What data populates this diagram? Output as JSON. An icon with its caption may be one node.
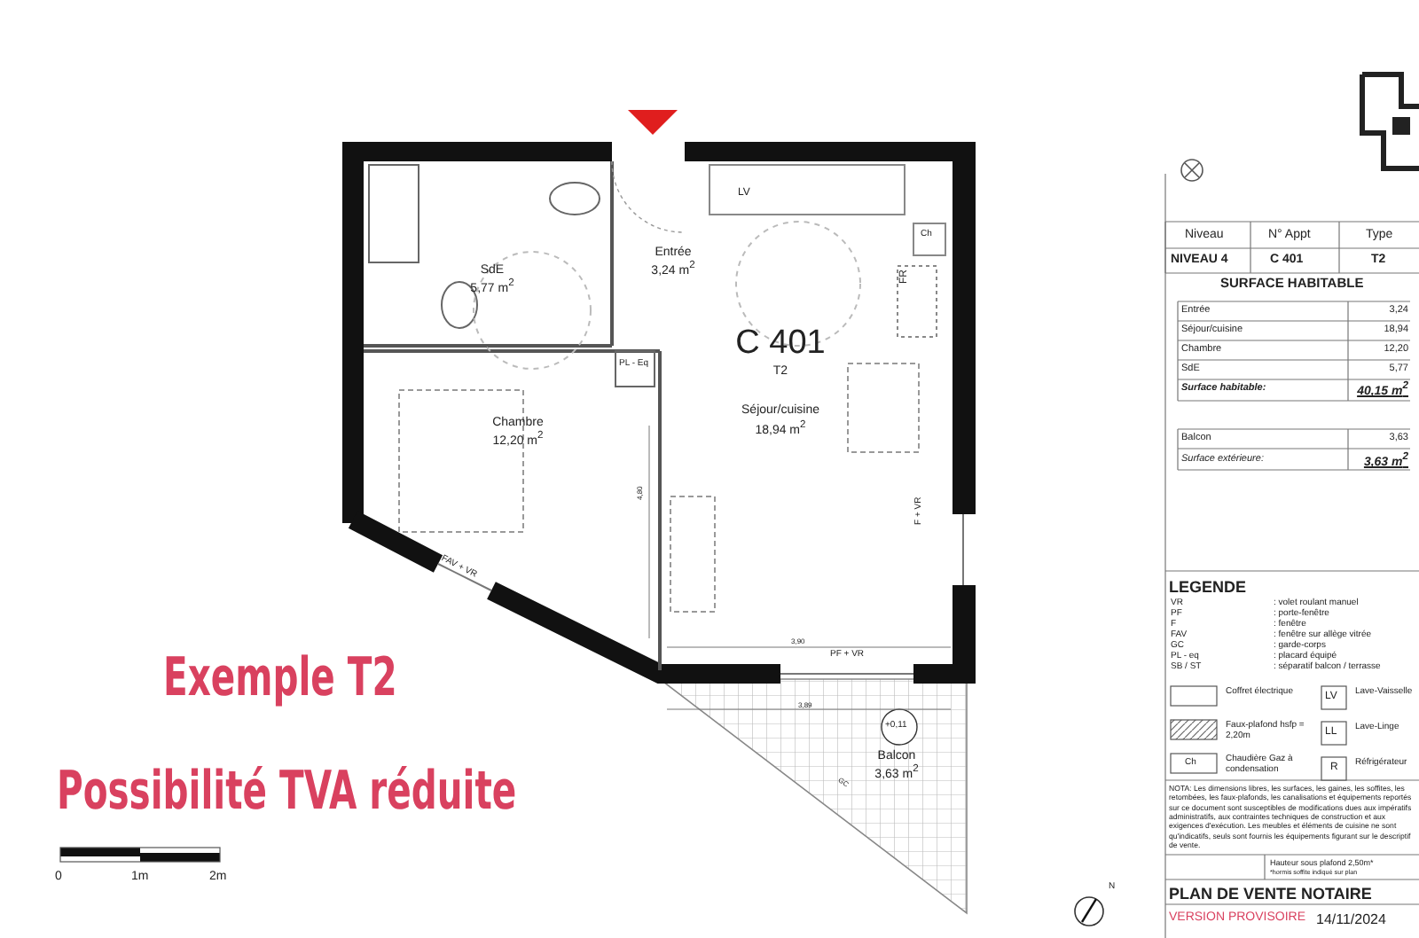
{
  "diagram": {
    "nodes": [
      {
        "text": [
          "SdE",
          "5,77 m$^{2}$"
        ]
      },
      {
        "text": [
          "Entrée",
          "3,24 m$^{2}$"
        ]
      },
      {
        "text": [
          "C 401",
          "T2",
          "Séjour/cuisine",
          "18,94 m$^{2}$"
        ]
      },
      {
        "text": [
          "Chambre",
          "12,20 m$^{2}$"
        ]
      },
      {
        "text": [
          "Balcon",
          "3,63 m$^{2}$"
        ]
      }
    ],
    "labels": [
      "Exemple T2",
      "Possibilité TVA réduite",
      "0",
      "1m",
      "2m",
      "LV",
      "Ch",
      "FR",
      "PL - Eq",
      "F + VR",
      "FAV + VR",
      "3,90",
      "PF + VR",
      "4,80",
      "3,89",
      "+0,11",
      "GC",
      "Niveau",
      "N° Appt",
      "Type",
      "NIVEAU 4",
      "C 401",
      "T2",
      "SURFACE HABITABLE",
      "Entrée",
      "3,24",
      "Séjour/cuisine",
      "18,94",
      "Chambre",
      "12,20",
      "SdE",
      "5,77",
      "Surface habitable:",
      "40,15 m$^{2}$",
      "Balcon",
      "3,63",
      "Surface extérieure:",
      "3,63 m$^{2}$",
      "LEGENDE",
      "VR",
      ": volet roulant manuel",
      "PF",
      ": porte-fenêtre",
      "F",
      ": fenêtre",
      "FAV",
      ": fenêtre sur allège vitrée",
      "GC",
      ": garde-corps",
      "PL - eq",
      ": placard équipé",
      "SB / ST",
      ": séparatif balcon / terrasse",
      "LV",
      "LL",
      "Ch",
      "R",
      "NOTA: Les dimensions libres, les surfaces, les gaines, les soffites, les retombées, les faux-plafonds, les canalisations et équipements reportés sur ce document sont susceptibles de modifications dues aux impératifs administratifs, aux contraintes techniques de construction et aux exigences d'exécution. Les meubles et éléments de cuisine ne sont qu'indicatifs, seuls sont fournis les équipements figurant sur le descriptif de vente.",
      "Hauteur sous plafond 2,50m*",
      "*hormis soffite indiqué sur plan",
      "PLAN DE VENTE NOTAIRE",
      "VERSION PROVISOIRE",
      "14/11/2024",
      "N"
    ],
    "legend": [
      {
        "text": "Coffret électrique"
      },
      {
        "text": "Lave-Vaisselle"
      },
      {
        "text": "Faux-plafond hsfp = 2,20m"
      },
      {
        "text": "Lave-Linge"
      },
      {
        "text": "Chaudière Gaz à condensation"
      },
      {
        "text": "Réfrigérateur"
      }
    ]
  }
}
